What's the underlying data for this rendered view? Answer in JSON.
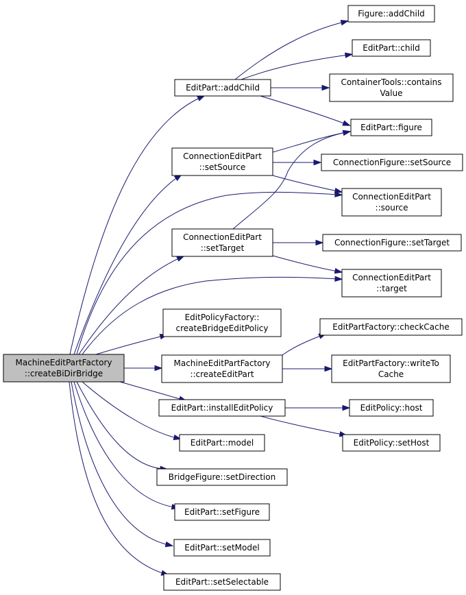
{
  "colors": {
    "node_fill": "#ffffff",
    "root_fill": "#bfbfbf",
    "edge": "#191970",
    "border": "#000000"
  },
  "nodes": {
    "root": [
      "MachineEditPartFactory",
      "::createBiDirBridge"
    ],
    "addchild": [
      "EditPart::addChild"
    ],
    "setsource": [
      "ConnectionEditPart",
      "::setSource"
    ],
    "settarget": [
      "ConnectionEditPart",
      "::setTarget"
    ],
    "createbridge": [
      "EditPolicyFactory::",
      "createBridgeEditPolicy"
    ],
    "createeditpart": [
      "MachineEditPartFactory",
      "::createEditPart"
    ],
    "installpolicy": [
      "EditPart::installEditPolicy"
    ],
    "model": [
      "EditPart::model"
    ],
    "setdirection": [
      "BridgeFigure::setDirection"
    ],
    "setfigure": [
      "EditPart::setFigure"
    ],
    "setmodel": [
      "EditPart::setModel"
    ],
    "setselectable": [
      "EditPart::setSelectable"
    ],
    "figaddchild": [
      "Figure::addChild"
    ],
    "child": [
      "EditPart::child"
    ],
    "contains": [
      "ContainerTools::contains",
      "Value"
    ],
    "figure": [
      "EditPart::figure"
    ],
    "cfsetsource": [
      "ConnectionFigure::setSource"
    ],
    "source": [
      "ConnectionEditPart",
      "::source"
    ],
    "cfsettarget": [
      "ConnectionFigure::setTarget"
    ],
    "target": [
      "ConnectionEditPart",
      "::target"
    ],
    "checkcache": [
      "EditPartFactory::checkCache"
    ],
    "writecache": [
      "EditPartFactory::writeTo",
      "Cache"
    ],
    "host": [
      "EditPolicy::host"
    ],
    "sethost": [
      "EditPolicy::setHost"
    ]
  },
  "edges": [
    [
      "root",
      "addchild"
    ],
    [
      "root",
      "setsource"
    ],
    [
      "root",
      "source"
    ],
    [
      "root",
      "settarget"
    ],
    [
      "root",
      "target"
    ],
    [
      "root",
      "createbridge"
    ],
    [
      "root",
      "createeditpart"
    ],
    [
      "root",
      "installpolicy"
    ],
    [
      "root",
      "model"
    ],
    [
      "root",
      "setdirection"
    ],
    [
      "root",
      "setfigure"
    ],
    [
      "root",
      "setmodel"
    ],
    [
      "root",
      "setselectable"
    ],
    [
      "addchild",
      "figaddchild"
    ],
    [
      "addchild",
      "child"
    ],
    [
      "addchild",
      "contains"
    ],
    [
      "addchild",
      "figure"
    ],
    [
      "setsource",
      "figure"
    ],
    [
      "setsource",
      "cfsetsource"
    ],
    [
      "setsource",
      "source"
    ],
    [
      "settarget",
      "figure"
    ],
    [
      "settarget",
      "cfsettarget"
    ],
    [
      "settarget",
      "target"
    ],
    [
      "createeditpart",
      "checkcache"
    ],
    [
      "createeditpart",
      "writecache"
    ],
    [
      "installpolicy",
      "host"
    ],
    [
      "installpolicy",
      "sethost"
    ]
  ]
}
